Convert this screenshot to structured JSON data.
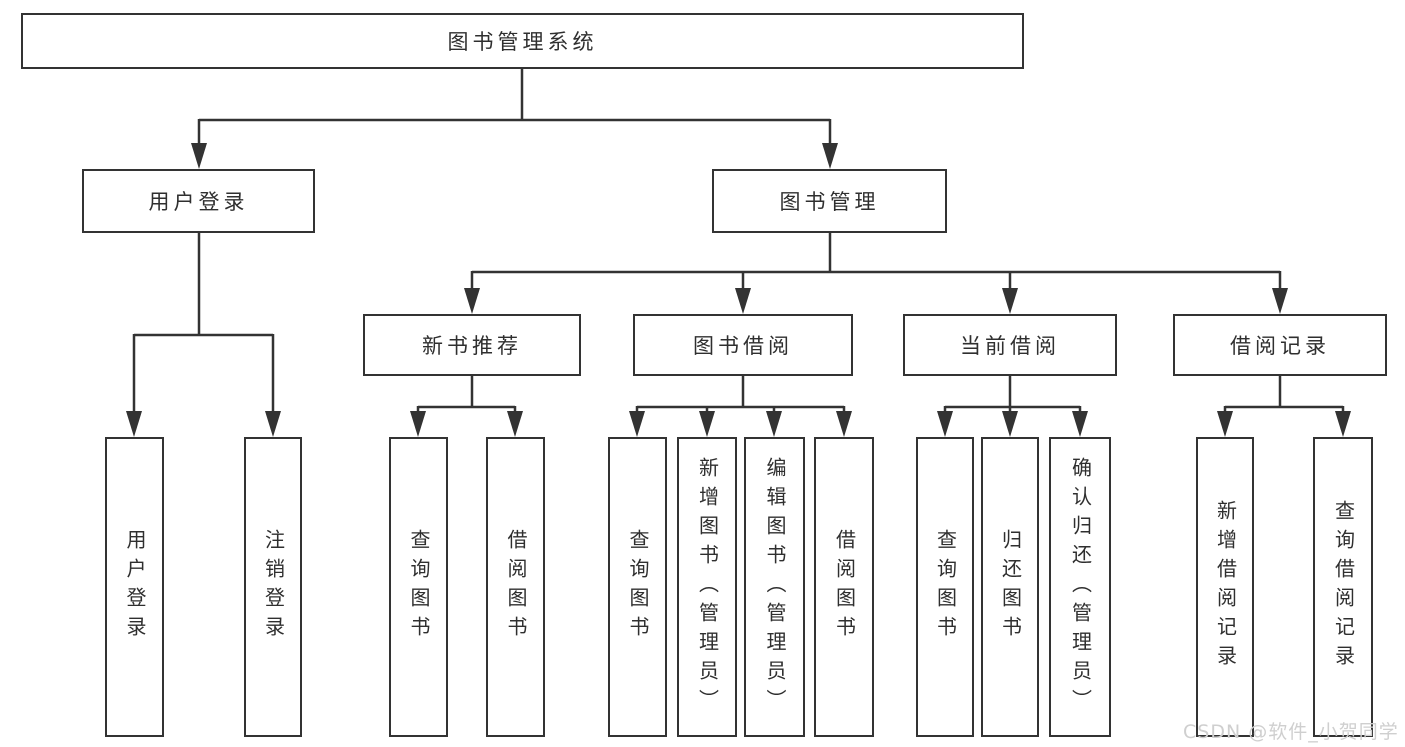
{
  "title": {
    "root": "图书管理系统"
  },
  "level2": {
    "user_login": "用户登录",
    "book_mgmt": "图书管理"
  },
  "level3": {
    "new_book_rec": "新书推荐",
    "book_borrow": "图书借阅",
    "current_borrow": "当前借阅",
    "borrow_records": "借阅记录"
  },
  "leaves": {
    "user_login": [
      "用户登录",
      "注销登录"
    ],
    "new_book_rec": [
      "查询图书",
      "借阅图书"
    ],
    "book_borrow": [
      "查询图书",
      "新增图书（管理员）",
      "编辑图书（管理员）",
      "借阅图书"
    ],
    "current_borrow": [
      "查询图书",
      "归还图书",
      "确认归还（管理员）"
    ],
    "borrow_records": [
      "新增借阅记录",
      "查询借阅记录"
    ]
  },
  "watermark": "CSDN @软件_小贺同学",
  "colors": {
    "line": "#333333",
    "text": "#2f2f2f",
    "background": "#ffffff",
    "watermark": "#cfcfcf"
  }
}
